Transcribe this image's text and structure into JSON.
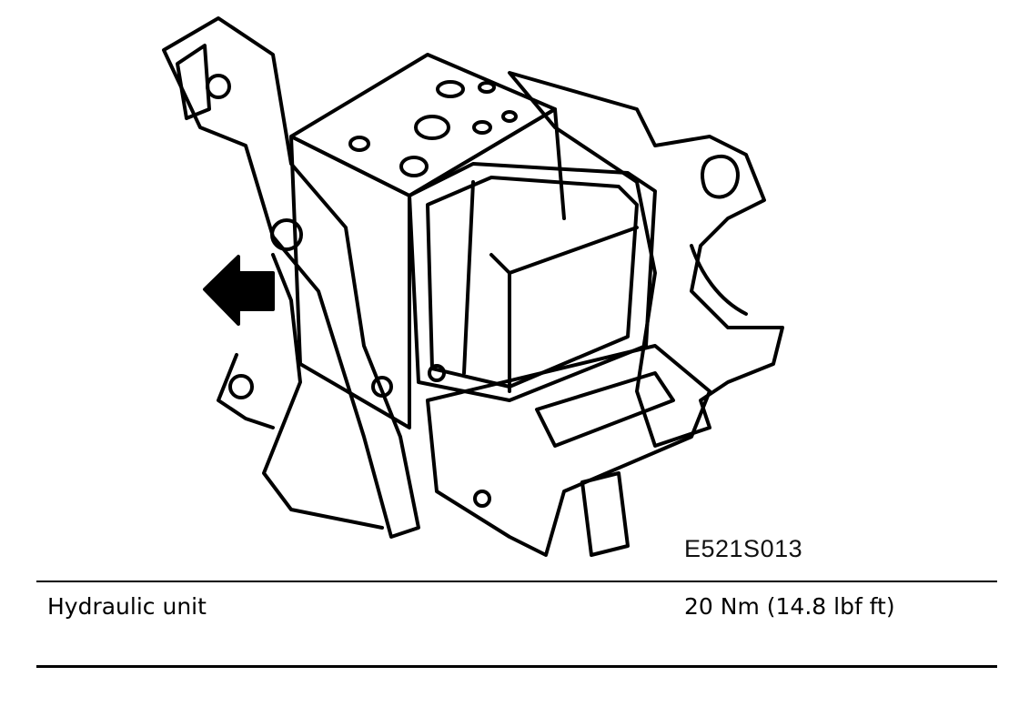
{
  "figure": {
    "id_label": "E521S013",
    "icon": "hydraulic-unit-illustration"
  },
  "spec": {
    "component": "Hydraulic unit",
    "torque": "20 Nm (14.8 lbf ft)"
  }
}
